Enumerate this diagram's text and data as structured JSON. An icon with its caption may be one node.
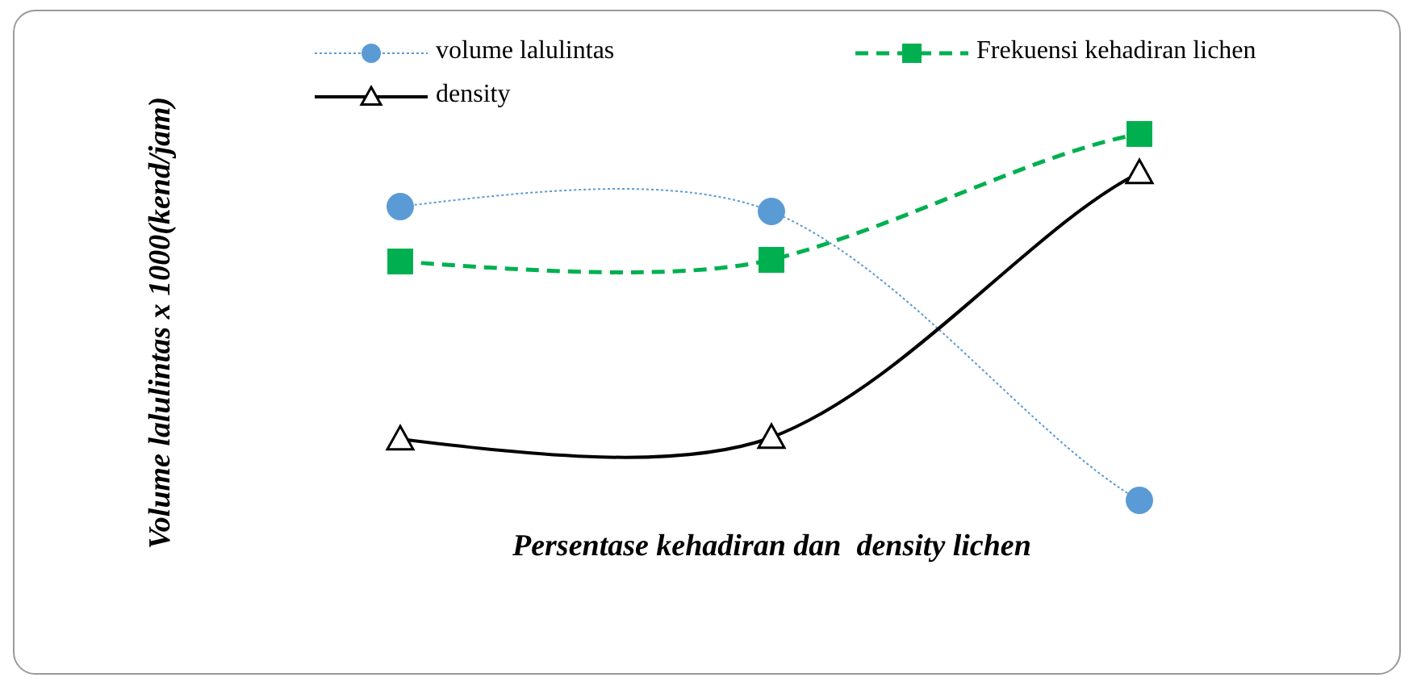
{
  "diagram": {
    "labels": [
      "Volume lalulintas x 1000(kend/jam)",
      "Persentase kehadiran dan  density lichen"
    ],
    "legend": [
      {
        "text": "volume lalulintas"
      },
      {
        "text": "Frekuensi kehadiran lichen"
      },
      {
        "text": "density"
      }
    ]
  }
}
